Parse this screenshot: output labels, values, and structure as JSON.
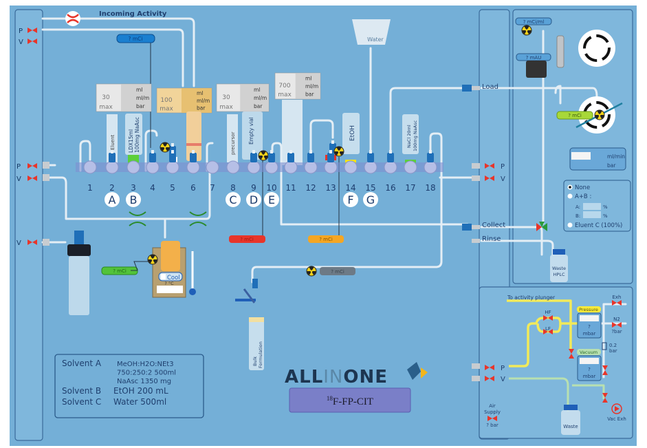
{
  "colors": {
    "background": "#74afd7",
    "tubing": "#e4eef5",
    "valve": "#e8352a",
    "pressure_line": "#f2ea5a",
    "vacuum_line": "#b8e0b0",
    "product_box": "#7a7fc8"
  },
  "left_panel": {
    "p_top": "P",
    "v_top": "V",
    "p_mid": "P",
    "v_mid": "V",
    "v_low": "V"
  },
  "incoming_activity": "Incoming Activity",
  "activity": {
    "top": "? mCi",
    "red": "? mCi",
    "orange": "? mCi",
    "reactor": "? mCi",
    "formulation": "? mCi",
    "hplc_loop": "? mCi",
    "detector": "? mCi/ml",
    "uv": "? mAU"
  },
  "syringes": [
    {
      "value": "30",
      "max": "max",
      "units": [
        "ml",
        "ml/m",
        "bar"
      ]
    },
    {
      "value": "100",
      "max": "max",
      "units": [
        "ml",
        "ml/m",
        "bar"
      ]
    },
    {
      "value": "30",
      "max": "max",
      "units": [
        "ml",
        "ml/m",
        "bar"
      ]
    },
    {
      "value": "700",
      "max": "max",
      "units": [
        "ml",
        "ml/m",
        "bar"
      ]
    }
  ],
  "positions": [
    "1",
    "2",
    "3",
    "4",
    "5",
    "6",
    "7",
    "8",
    "9",
    "10",
    "11",
    "12",
    "13",
    "14",
    "15",
    "16",
    "17",
    "18"
  ],
  "letters": [
    "A",
    "B",
    "C",
    "D",
    "E",
    "F",
    "G"
  ],
  "reagents": {
    "eluent": "Eluent",
    "ldx_1": "LDX15ml",
    "ldx_2": "100mg NaAsc",
    "precursor": "precursor",
    "empty_vial": "Empty vial",
    "etoh": "EtOH",
    "nacl_1": "NaCl 20ml",
    "nacl_2": "100mg NaAsc",
    "water": "Water",
    "bulk_1": "Bulk",
    "bulk_2": "Formulation"
  },
  "reactor": {
    "cool": "Cool",
    "temp": "? °C"
  },
  "right_strip": {
    "load": "Load",
    "collect": "Collect",
    "rinse": "Rinse",
    "p": "P",
    "v": "V"
  },
  "hplc": {
    "flow_unit": "ml/min",
    "pressure_unit": "bar",
    "eluent_options": [
      {
        "label": "None",
        "selected": true
      },
      {
        "label": "A+B :",
        "selected": false
      },
      {
        "label": "Eluent C (100%)",
        "selected": false
      }
    ],
    "a_label": "A:",
    "b_label": "B:",
    "percent": "%",
    "waste_1": "Waste",
    "waste_2": "HPLC"
  },
  "gas": {
    "to_plunger": "To activity plunger",
    "hf": "HF",
    "lf": "LF",
    "pressure": "Pressure",
    "pressure_value": "?",
    "pressure_unit": "mbar",
    "vacuum": "Vacuum",
    "vacuum_value": "?",
    "vacuum_unit": "mbar",
    "exh": "Exh",
    "n2": "N2",
    "n2_bar": "?bar",
    "reg_1": "0.2",
    "reg_2": "bar",
    "p": "P",
    "v": "V",
    "air_1": "Air",
    "air_2": "Supply",
    "air_bar": "? bar",
    "waste": "Waste",
    "vac_exh": "Vac Exh"
  },
  "solvents": [
    {
      "label": "Solvent A",
      "lines": [
        "MeOH:H2O:NEt3",
        "750:250:2 500ml",
        "NaAsc 1350 mg"
      ]
    },
    {
      "label": "Solvent B",
      "lines": [
        "EtOH 200 mL"
      ]
    },
    {
      "label": "Solvent C",
      "lines": [
        "Water  500ml"
      ]
    }
  ],
  "logo": {
    "text_a": "ALL",
    "text_b": "IN",
    "text_c": "ONE"
  },
  "product": {
    "isotope": "18",
    "name": "F-FP-CIT"
  }
}
